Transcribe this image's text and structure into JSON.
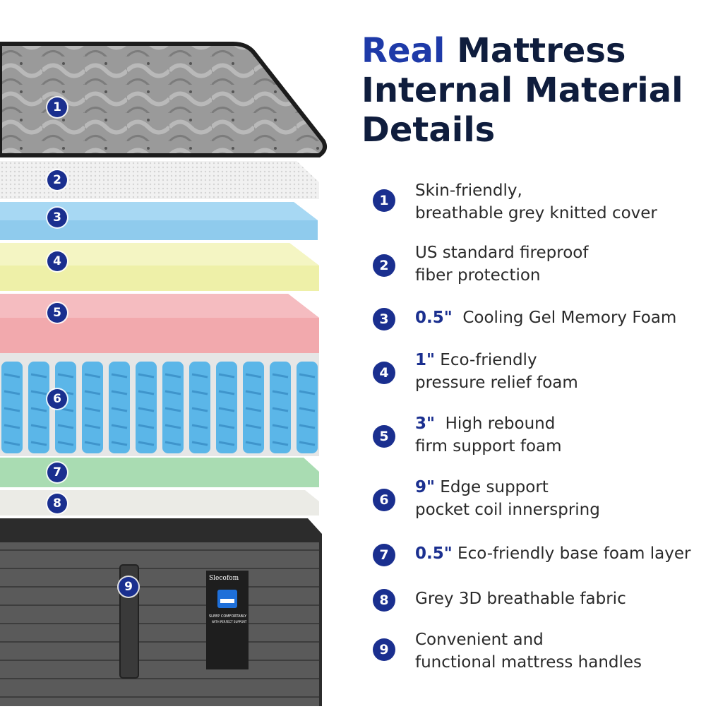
{
  "title": {
    "accent": "Real",
    "rest_line1": " Mattress",
    "line2": "Internal Material",
    "line3": "Details"
  },
  "layers": [
    {
      "num": "1",
      "name": "knitted-cover"
    },
    {
      "num": "2",
      "name": "fiber-protection"
    },
    {
      "num": "3",
      "name": "cooling-gel-foam"
    },
    {
      "num": "4",
      "name": "pressure-relief-foam"
    },
    {
      "num": "5",
      "name": "high-rebound-foam"
    },
    {
      "num": "6",
      "name": "pocket-coils"
    },
    {
      "num": "7",
      "name": "base-foam"
    },
    {
      "num": "8",
      "name": "3d-fabric"
    },
    {
      "num": "9",
      "name": "mattress-base"
    }
  ],
  "features": [
    {
      "num": "1",
      "bold": "",
      "line1": "Skin-friendly,",
      "line2": "breathable grey knitted cover"
    },
    {
      "num": "2",
      "bold": "",
      "line1": "US standard fireproof",
      "line2": "fiber protection"
    },
    {
      "num": "3",
      "bold": "0.5\"",
      "line1": "  Cooling Gel Memory Foam",
      "line2": ""
    },
    {
      "num": "4",
      "bold": "1\"",
      "line1": " Eco-friendly",
      "line2": "pressure relief foam"
    },
    {
      "num": "5",
      "bold": "3\"",
      "line1": "  High rebound",
      "line2": "firm support foam"
    },
    {
      "num": "6",
      "bold": "9\"",
      "line1": " Edge support",
      "line2": "pocket coil innerspring"
    },
    {
      "num": "7",
      "bold": "0.5\"",
      "line1": " Eco-friendly base foam layer",
      "line2": ""
    },
    {
      "num": "8",
      "bold": "",
      "line1": "Grey 3D breathable fabric",
      "line2": ""
    },
    {
      "num": "9",
      "bold": "",
      "line1": "Convenient and",
      "line2": "functional mattress handles"
    }
  ],
  "label": {
    "brand": "Slecofom",
    "tagline": "SLEEP COMFORTABLY",
    "subtag": "WITH PERFECT SUPPORT"
  },
  "colors": {
    "accent": "#1e3aa8",
    "badge": "#1a2f8f",
    "cover": "#8c8c8c",
    "gel": "#8fcbed",
    "yellow": "#eef0a8",
    "pink": "#f2a9ad",
    "coil": "#5bb6e8",
    "green": "#a9dcb2",
    "fabric": "#ebebe6",
    "base": "#4a4a4a"
  }
}
